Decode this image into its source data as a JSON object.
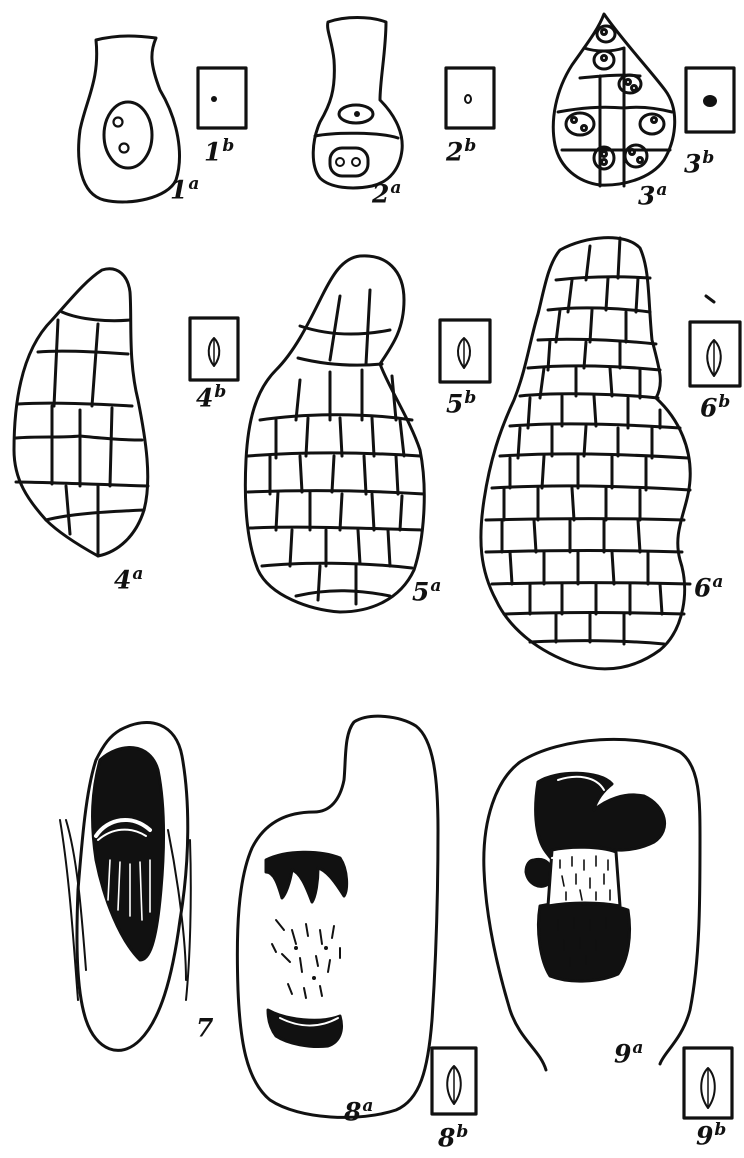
{
  "figures": [
    {
      "id": "1a",
      "num": "1",
      "letter": "a"
    },
    {
      "id": "1b",
      "num": "1",
      "letter": "b"
    },
    {
      "id": "2a",
      "num": "2",
      "letter": "a"
    },
    {
      "id": "2b",
      "num": "2",
      "letter": "b"
    },
    {
      "id": "3a",
      "num": "3",
      "letter": "a"
    },
    {
      "id": "3b",
      "num": "3",
      "letter": "b"
    },
    {
      "id": "4a",
      "num": "4",
      "letter": "a"
    },
    {
      "id": "4b",
      "num": "4",
      "letter": "b"
    },
    {
      "id": "5a",
      "num": "5",
      "letter": "a"
    },
    {
      "id": "5b",
      "num": "5",
      "letter": "b"
    },
    {
      "id": "6a",
      "num": "6",
      "letter": "a"
    },
    {
      "id": "6b",
      "num": "6",
      "letter": "b"
    },
    {
      "id": "7",
      "num": "7",
      "letter": ""
    },
    {
      "id": "8a",
      "num": "8",
      "letter": "a"
    },
    {
      "id": "8b",
      "num": "8",
      "letter": "b"
    },
    {
      "id": "9a",
      "num": "9",
      "letter": "a"
    },
    {
      "id": "9b",
      "num": "9",
      "letter": "b"
    }
  ],
  "colors": {
    "ink": "#111111",
    "paper": "#ffffff"
  }
}
